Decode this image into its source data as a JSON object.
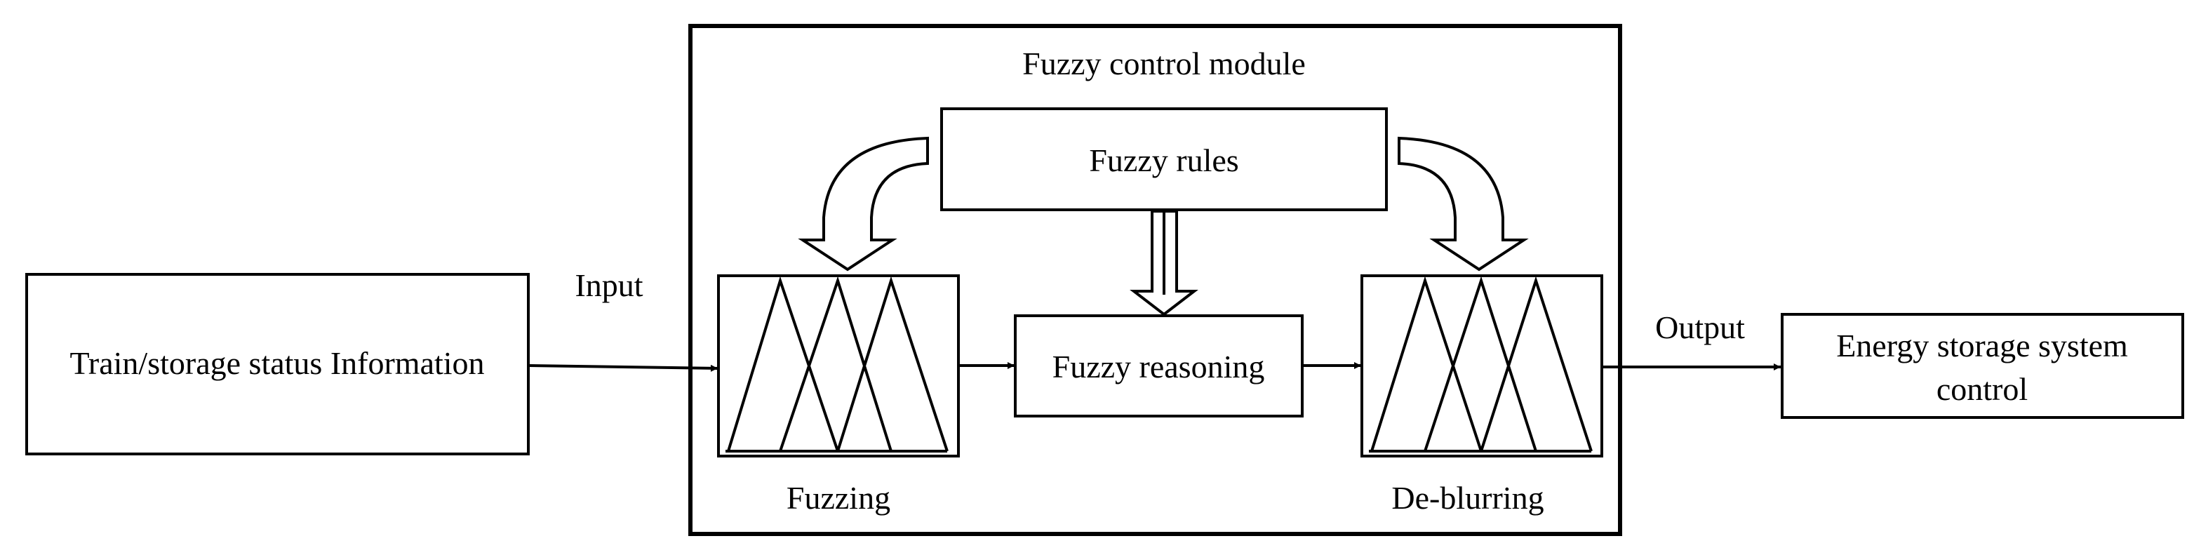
{
  "diagram": {
    "module_title": "Fuzzy control module",
    "fuzzy_rules": "Fuzzy rules",
    "fuzzy_reasoning": "Fuzzy reasoning",
    "fuzzing": "Fuzzing",
    "deblurring": "De-blurring",
    "input_label": "Input",
    "output_label": "Output",
    "train_status": "Train/storage status Information",
    "energy_line1": "Energy storage system",
    "energy_line2": "control"
  }
}
